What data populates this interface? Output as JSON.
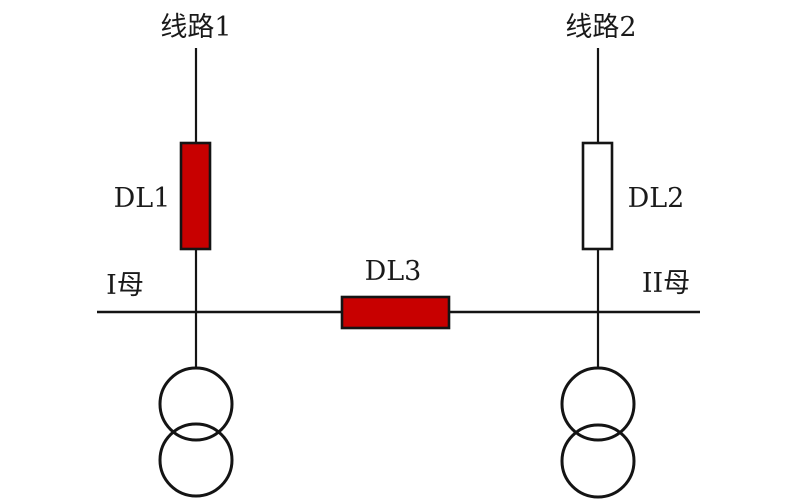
{
  "diagram": {
    "type": "electrical-one-line",
    "labels": {
      "line1": "线路1",
      "line2": "线路2",
      "bus1": "I母",
      "bus2": "II母"
    },
    "breakers": [
      {
        "label": "DL1",
        "orientation": "vertical",
        "fill": "#c80000",
        "on_branch": "线路1"
      },
      {
        "label": "DL2",
        "orientation": "vertical",
        "fill": "#ffffff",
        "on_branch": "线路2"
      },
      {
        "label": "DL3",
        "orientation": "horizontal",
        "fill": "#c80000",
        "on_branch": "bus-tie"
      }
    ],
    "transformers": [
      {
        "id": "T1",
        "symbol": "two-overlapping-circles",
        "connected_bus": "I母"
      },
      {
        "id": "T2",
        "symbol": "two-overlapping-circles",
        "connected_bus": "II母"
      }
    ],
    "colors": {
      "breaker_closed_fill": "#c80000",
      "breaker_open_fill": "#ffffff",
      "line": "#141414",
      "background": "#ffffff",
      "text": "#1a1a1a"
    }
  }
}
